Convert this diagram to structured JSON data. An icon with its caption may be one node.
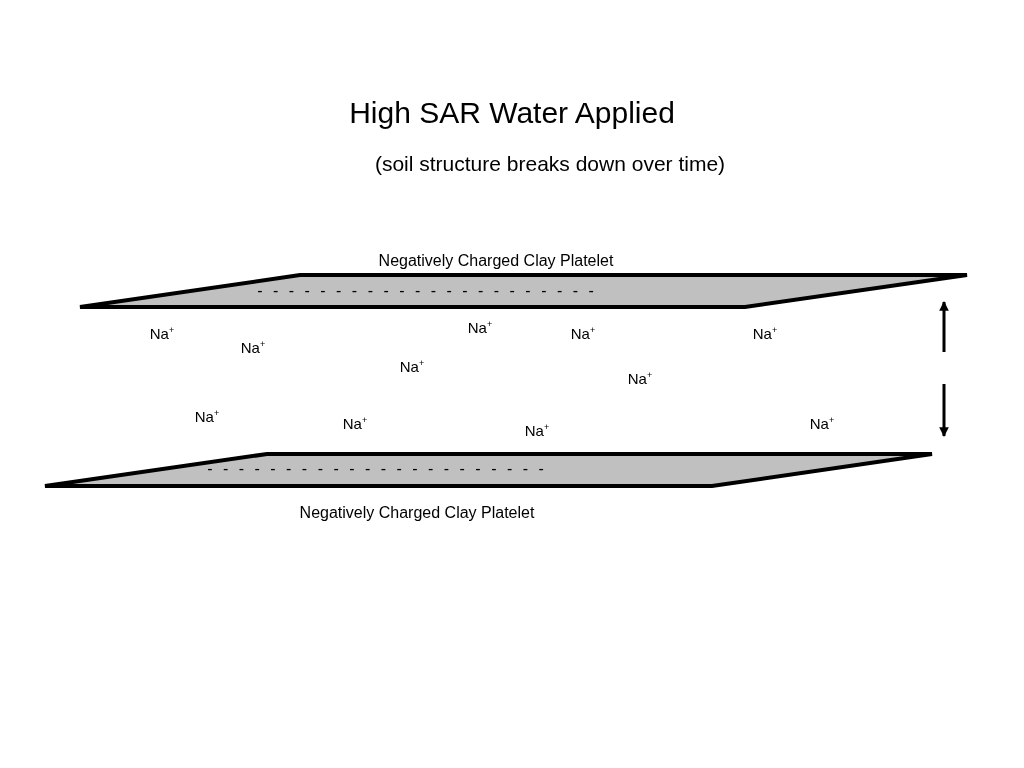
{
  "diagram": {
    "title": "High SAR Water Applied",
    "nodes": [
      {
        "text": [
          "Negatively Charged Clay Platelet",
          "- - - - - - - - - - - - - - - - - - - - - -"
        ]
      },
      {
        "text": [
          "- - - - - - - - - - - - - - - - - - - - - -",
          "Negatively Charged Clay Platelet"
        ]
      }
    ],
    "labels": [
      "(soil structure breaks down over time)",
      "Na$^{+}$",
      "Na$^{+}$",
      "Na$^{+}$",
      "Na$^{+}$",
      "Na$^{+}$",
      "Na$^{+}$",
      "Na$^{+}$",
      "Na$^{+}$",
      "Na$^{+}$",
      "Na$^{+}$",
      "Na$^{+}$"
    ]
  }
}
